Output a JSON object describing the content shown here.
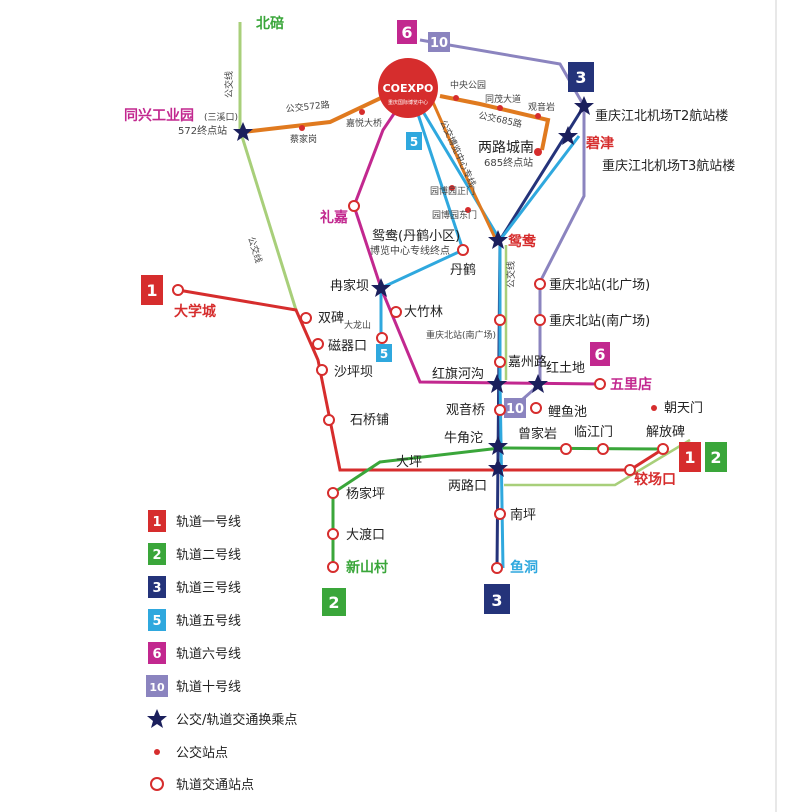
{
  "colors": {
    "line1": "#d62d2d",
    "line2": "#3aa63a",
    "line3": "#24337a",
    "line5": "#2fa8de",
    "line6": "#c2288f",
    "line10": "#8b84bf",
    "bus": "#e07a1f",
    "bus_green": "#a8cf7a",
    "star": "#1b1f5c",
    "station_ring": "#d62d2d"
  },
  "logo": {
    "text": "COEXPO",
    "subtext": "重庆国际博览中心"
  },
  "line_badges": {
    "l1": "1",
    "l2": "2",
    "l3": "3",
    "l5": "5",
    "l6": "6",
    "l10": "10"
  },
  "stations": {
    "beibei": "北碚",
    "tongxing": "同兴工业园",
    "tongxing_sub": "(三溪口)",
    "tongxing_572": "572终点站",
    "bus572": "公交572路",
    "caijiagang": "蔡家岗",
    "jiayuedaqiao": "嘉悦大桥",
    "zhongyanggongyuan": "中央公园",
    "tongmaodadao": "同茂大道",
    "guanyinyan": "观音岩",
    "bus685": "公交685路",
    "bus_expo": "公交博览中心专线",
    "lianglunan": "两路城南",
    "lianglunan_685": "685终点站",
    "t2": "重庆江北机场T2航站楼",
    "bijin": "碧津",
    "t3": "重庆江北机场T3航站楼",
    "lijia": "礼嘉",
    "yuanyang_danling": "鸳鸯(丹鹤小区)",
    "expo_terminal": "博览中心专线终点",
    "yuanboyuan_zhengmen": "园博园正门",
    "yuanboyuan_dongmen": "园博园东门",
    "yuanyang": "鸳鸯",
    "danhe": "丹鹤",
    "bus_label": "公交线",
    "daxueccheng": "大学城",
    "ranjiaba": "冉家坝",
    "shuangbei": "双碑",
    "dazhulin": "大竹林",
    "dalongshan": "大龙山",
    "ciqikou": "磁器口",
    "shapingba": "沙坪坝",
    "chongqingbei_bei": "重庆北站(北广场)",
    "chongqingbei_nan_label": "重庆北站(南广场)",
    "chongqingbei_nan": "重庆北站(南广场)",
    "jiazhoulu": "嘉州路",
    "hongqihegou": "红旗河沟",
    "hongtudi": "红土地",
    "wulidian": "五里店",
    "guanyinqiao": "观音桥",
    "liyuchi": "鲤鱼池",
    "chaotianmen": "朝天门",
    "shiqiaopu": "石桥铺",
    "niujiaotuo": "牛角沱",
    "zengjiayan": "曾家岩",
    "linjiangmen": "临江门",
    "jiefangbei": "解放碑",
    "daping": "大坪",
    "jiaochangkou": "较场口",
    "yangjiaping": "杨家坪",
    "lianglukou": "两路口",
    "nanping": "南坪",
    "daduokou": "大渡口",
    "xinshancun": "新山村",
    "yudong": "鱼洞"
  },
  "legend": [
    {
      "badge": "1",
      "color": "#d62d2d",
      "label": "轨道一号线"
    },
    {
      "badge": "2",
      "color": "#3aa63a",
      "label": "轨道二号线"
    },
    {
      "badge": "3",
      "color": "#24337a",
      "label": "轨道三号线"
    },
    {
      "badge": "5",
      "color": "#2fa8de",
      "label": "轨道五号线"
    },
    {
      "badge": "6",
      "color": "#c2288f",
      "label": "轨道六号线"
    },
    {
      "badge": "10",
      "color": "#8b84bf",
      "label": "轨道十号线"
    },
    {
      "badge": "star",
      "color": "#1b1f5c",
      "label": "公交/轨道交通换乘点"
    },
    {
      "badge": "dot",
      "color": "#d62d2d",
      "label": "公交站点"
    },
    {
      "badge": "ring",
      "color": "#d62d2d",
      "label": "轨道交通站点"
    }
  ]
}
